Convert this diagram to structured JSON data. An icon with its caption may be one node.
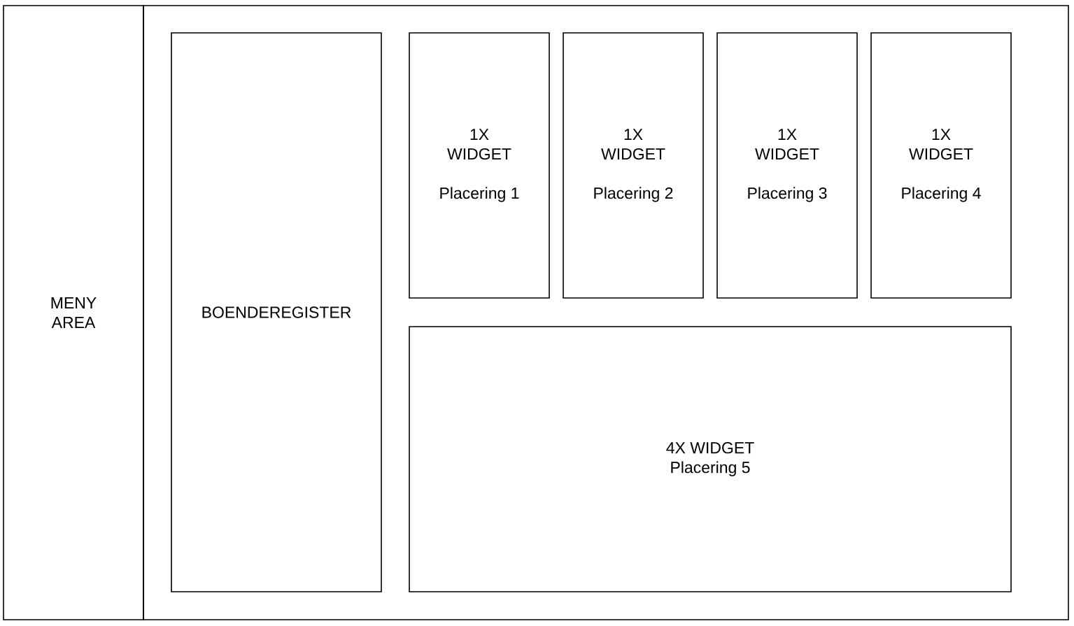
{
  "diagram": {
    "nodes": [
      {
        "text": [
          "MENY AREA"
        ]
      },
      {
        "text": [],
        "shape": "box"
      },
      {
        "text": [
          "BOENDEREGISTER"
        ],
        "in": 1
      },
      {
        "text": [
          "1X WIDGET",
          "Placering 1"
        ],
        "in": 1
      },
      {
        "text": [
          "1X WIDGET",
          "Placering 2"
        ],
        "in": 1
      },
      {
        "text": [
          "1X WIDGET",
          "Placering 3"
        ],
        "in": 1
      },
      {
        "text": [
          "1X WIDGET",
          "Placering 4"
        ],
        "in": 1
      },
      {
        "text": [
          "4X WIDGET",
          "Placering 5"
        ],
        "in": 1
      }
    ]
  }
}
